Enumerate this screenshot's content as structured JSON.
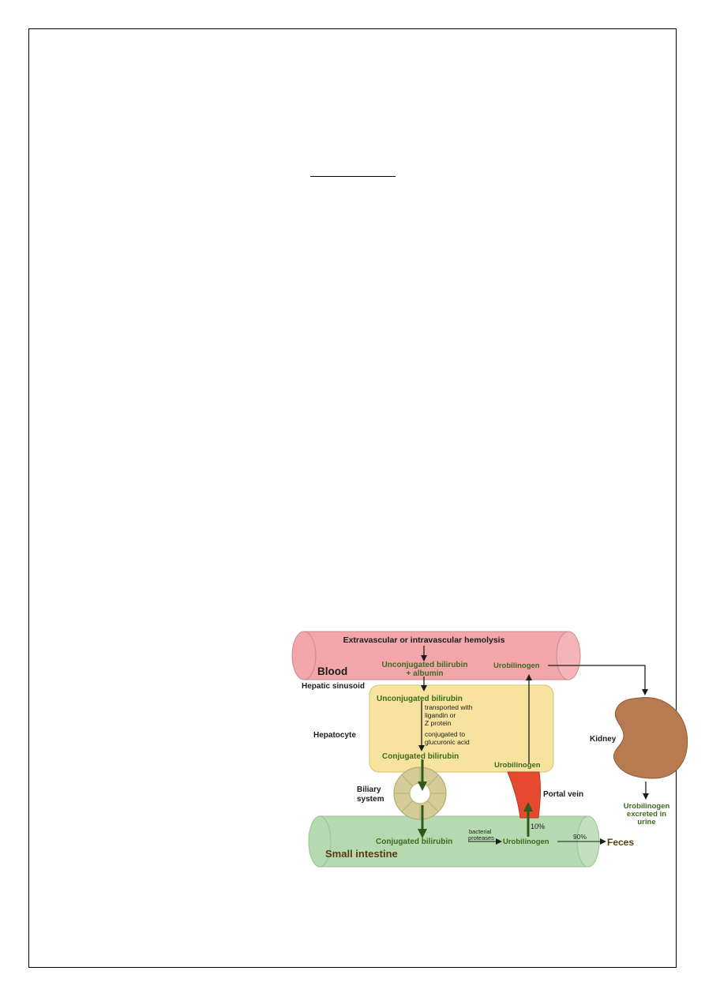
{
  "diagram": {
    "hemolysis": "Extravascular or intravascular hemolysis",
    "blood": "Blood",
    "unconj_blood_line1": "Unconjugated bilirubin",
    "unconj_blood_line2": "+ albumin",
    "urobilinogen_blood": "Urobilinogen",
    "hepatic_sinusoid": "Hepatic sinusoid",
    "hepatocyte": "Hepatocyte",
    "unconj_hepatocyte": "Unconjugated bilirubin",
    "transport_line1": "transported with",
    "transport_line2": "ligandin or",
    "transport_line3": "Z protein",
    "conjugation_line1": "conjugated to",
    "conjugation_line2": "glucuronic acid",
    "conj_hepatocyte": "Conjugated bilirubin",
    "urobilinogen_hepatocyte": "Urobilinogen",
    "kidney": "Kidney",
    "biliary_line1": "Biliary",
    "biliary_line2": "system",
    "portal_vein": "Portal vein",
    "pct_10": "10%",
    "pct_90": "90%",
    "conj_intestine": "Conjugated bilirubin",
    "bacterial_line1": "bacterial",
    "bacterial_line2": "proteases",
    "urobilinogen_intestine": "Urobilinogen",
    "feces": "Feces",
    "small_intestine": "Small intestine",
    "urine_line1": "Urobilinogen",
    "urine_line2": "excreted in",
    "urine_line3": "urine"
  },
  "colors": {
    "blood_vessel": "#f2a6aa",
    "hepatocyte": "#f7e39e",
    "intestine": "#b5d9b0",
    "kidney": "#b87a50",
    "portal_vein": "#e64a2e",
    "biliary": "#d4cc96",
    "label_green": "#3d6a1e",
    "label_brown": "#5c3a10"
  }
}
